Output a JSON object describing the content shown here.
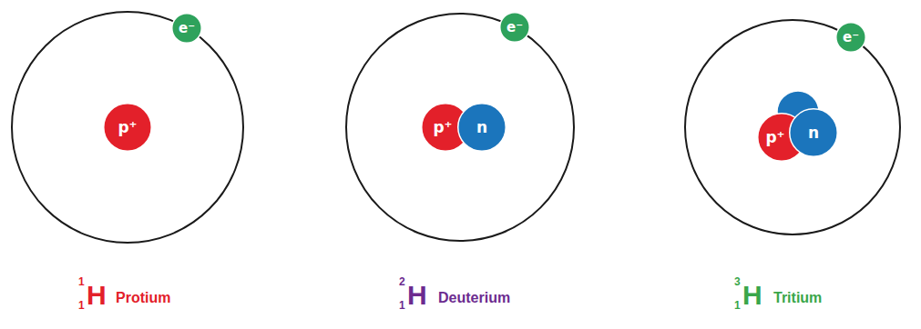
{
  "diagram": {
    "nodes": [
      {
        "text": [
          "e⁻"
        ]
      },
      {
        "text": [
          "p⁺"
        ]
      },
      {
        "text": [
          "e⁻"
        ]
      },
      {
        "text": [
          "p⁺"
        ]
      },
      {
        "text": [
          "n"
        ]
      },
      {
        "text": [
          "e⁻"
        ]
      },
      {
        "text": [
          "p⁺"
        ]
      },
      {
        "text": [
          "n"
        ]
      }
    ],
    "labels": [
      "1",
      "1",
      "H",
      "Protium",
      "2",
      "1",
      "H",
      "Deuterium",
      "3",
      "1",
      "H",
      "Tritium"
    ]
  }
}
